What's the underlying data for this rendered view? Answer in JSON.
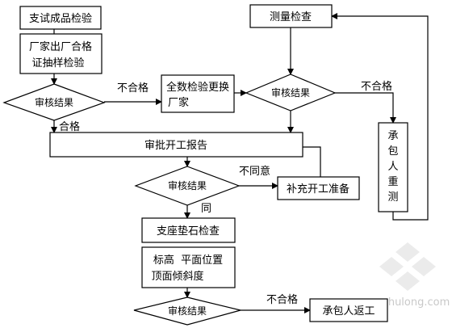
{
  "nodes": {
    "support_inspection": "支试成品检验",
    "factory_sampling_line1": "厂家出厂合格",
    "factory_sampling_line2": "证抽样检验",
    "review_1": "审核结果",
    "replace_line1": "全数检验更换",
    "replace_line2": "厂家",
    "measure_check": "测量检查",
    "review_2": "审核结果",
    "contractor_remeasure": [
      "承",
      "包",
      "人",
      "重",
      "测"
    ],
    "approve_report": "审批开工报告",
    "review_3": "审核结果",
    "supplement_prep": "补充开工准备",
    "pad_stone_check": "支座垫石检查",
    "check_items_line1": "标高  平面位置",
    "check_items_line2": "顶面倾斜度",
    "review_4": "审核结果",
    "contractor_rework": "承包人返工"
  },
  "edge_labels": {
    "fail_1": "不合格",
    "fail_2": "不合格",
    "pass_1": "合格",
    "disagree": "不同意",
    "agree": "同",
    "fail_3": "不合格"
  },
  "watermark": {
    "site": "zhulong.com"
  }
}
